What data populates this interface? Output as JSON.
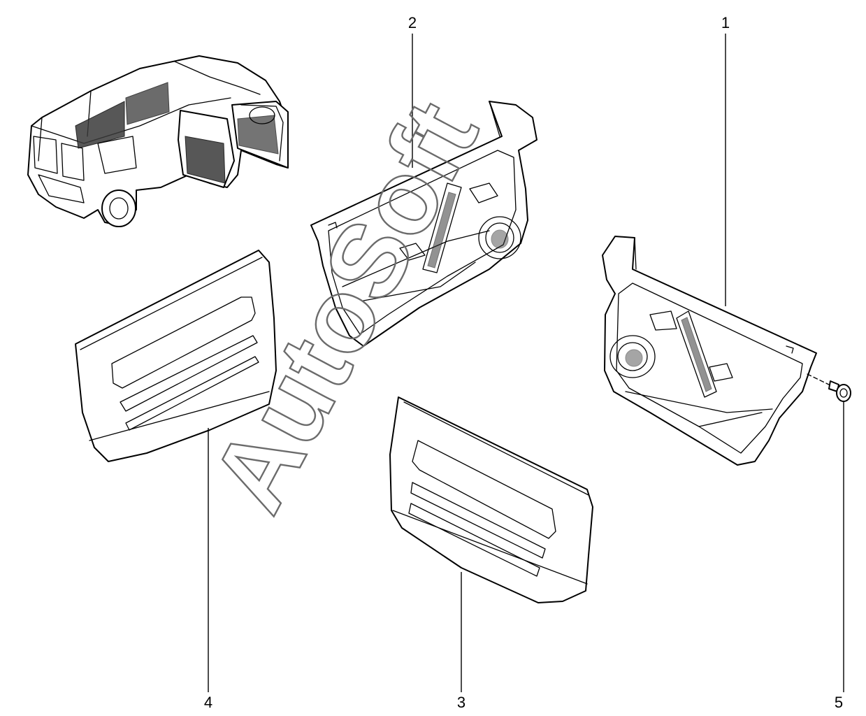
{
  "watermark": "AutoSoft",
  "callouts": [
    {
      "id": "1",
      "label": "1"
    },
    {
      "id": "2",
      "label": "2"
    },
    {
      "id": "3",
      "label": "3"
    },
    {
      "id": "4",
      "label": "4"
    },
    {
      "id": "5",
      "label": "5"
    }
  ]
}
